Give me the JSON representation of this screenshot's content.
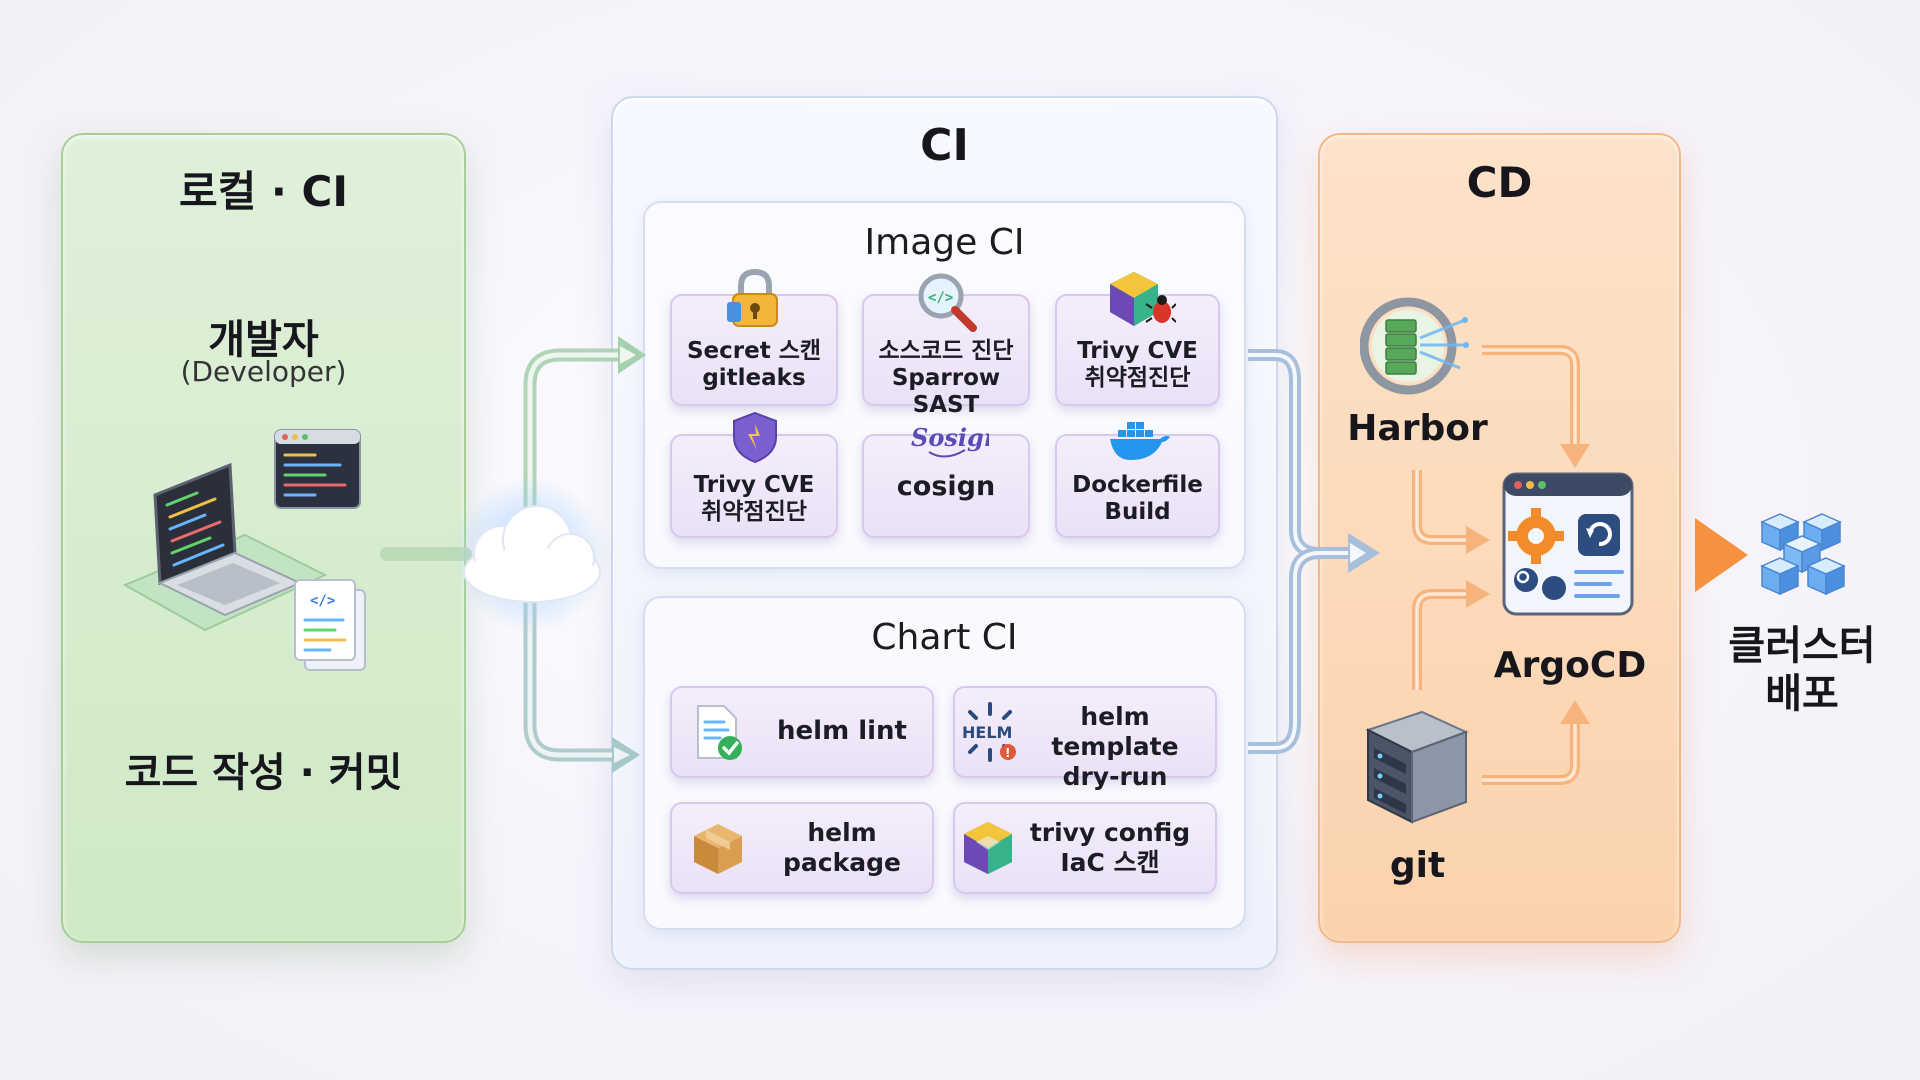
{
  "local": {
    "title": "로컬 · CI",
    "developer": "개발자",
    "developer_en": "(Developer)",
    "action": "코드 작성 · 커밋"
  },
  "ci": {
    "title": "CI",
    "image_ci": {
      "title": "Image CI",
      "tools": [
        {
          "line1": "Secret 스캔",
          "line2": "gitleaks",
          "icon": "padlock-icon"
        },
        {
          "line1": "소스코드 진단",
          "line2": "Sparrow SAST",
          "icon": "code-magnifier-icon"
        },
        {
          "line1": "Trivy CVE",
          "line2": "취약점진단",
          "icon": "trivy-bug-icon"
        },
        {
          "line1": "Trivy CVE",
          "line2": "취약점진단",
          "icon": "shield-icon"
        },
        {
          "line1": "cosign",
          "line2": "",
          "icon": "sosign-logo-icon",
          "logo_text": "Sosign"
        },
        {
          "line1": "Dockerfile",
          "line2": "Build",
          "icon": "docker-whale-icon"
        }
      ]
    },
    "chart_ci": {
      "title": "Chart CI",
      "tools": [
        {
          "line1": "helm lint",
          "line2": "",
          "icon": "document-check-icon"
        },
        {
          "line1": "helm template",
          "line2": "dry-run",
          "icon": "helm-wheel-icon",
          "logo_text": "HELM"
        },
        {
          "line1": "helm",
          "line2": "package",
          "icon": "package-box-icon"
        },
        {
          "line1": "trivy config",
          "line2": "IaC 스캔",
          "icon": "trivy-cube-icon"
        }
      ]
    }
  },
  "cd": {
    "title": "CD",
    "harbor": "Harbor",
    "argocd": "ArgoCD",
    "git": "git"
  },
  "deploy": {
    "line1": "클러스터",
    "line2": "배포"
  },
  "colors": {
    "local_panel": "#d6edcf",
    "ci_panel": "#eef2fc",
    "cd_panel": "#fcd9ba",
    "tool_card": "#efe6f9",
    "arrow_green": "#9cc7a3",
    "arrow_blue": "#9db8d8",
    "arrow_orange": "#f7a565"
  }
}
